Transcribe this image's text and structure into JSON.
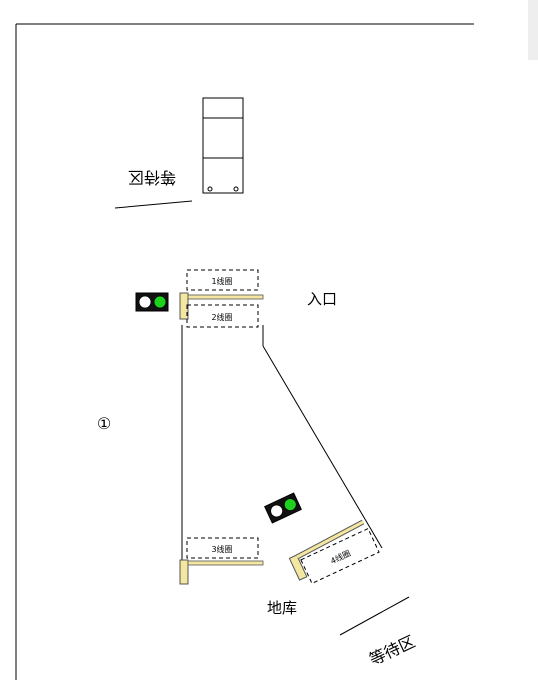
{
  "labels": {
    "waiting_area_top": "等待区",
    "entrance": "入口",
    "lane_marker": "①",
    "basement": "地库",
    "waiting_area_bottom": "等待区"
  },
  "loops": {
    "loop1": "1线圈",
    "loop2": "2线圈",
    "loop3": "3线圈",
    "loop4": "4线圈"
  },
  "traffic_lights": [
    {
      "id": "entrance",
      "left_lamp": "#ffffff",
      "right_lamp": "#1fd11f"
    },
    {
      "id": "basement",
      "left_lamp": "#ffffff",
      "right_lamp": "#1fd11f"
    }
  ],
  "colors": {
    "barrier_gate": "#f4e7a1",
    "barrier_outline": "#555555",
    "line": "#000000"
  }
}
